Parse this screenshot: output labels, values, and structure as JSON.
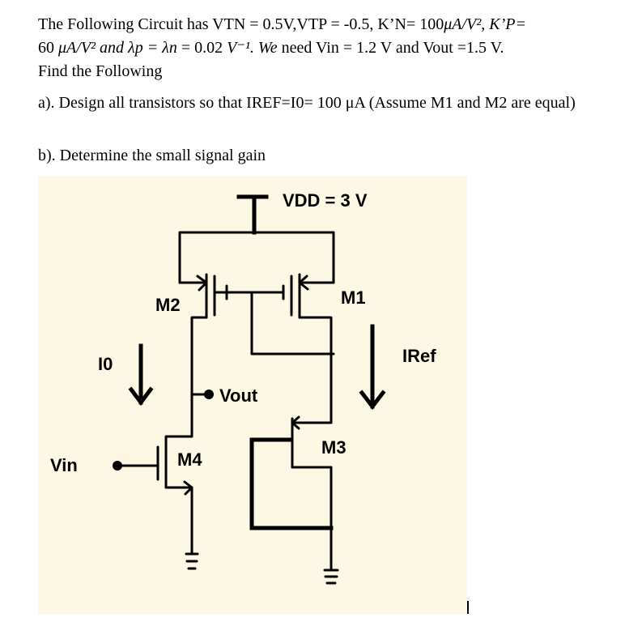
{
  "problem": {
    "intro_1": "The Following Circuit has VTN = 0.5V,VTP = -0.5, K’N= 100",
    "intro_2": "μA/V², K’P=",
    "intro_3": "60 ",
    "intro_4": "μA/V² and λp = λn",
    "intro_5": " = 0.02 ",
    "intro_6": "V⁻¹. We",
    "intro_7": " need Vin = 1.2 V and Vout =1.5 V.",
    "intro_8": "Find the Following",
    "part_a": "a). Design all transistors so that IREF=I0= 100 μA (Assume M1 and M2 are equal)",
    "part_b": "b). Determine the small signal gain"
  },
  "circuit": {
    "vdd_label": "VDD  = 3 V",
    "m1_label": "M1",
    "m2_label": "M2",
    "m3_label": "M3",
    "m4_label": "M4",
    "i0_label": "I0",
    "iref_label": "IRef",
    "vout_label": "Vout",
    "vin_label": "Vin"
  }
}
